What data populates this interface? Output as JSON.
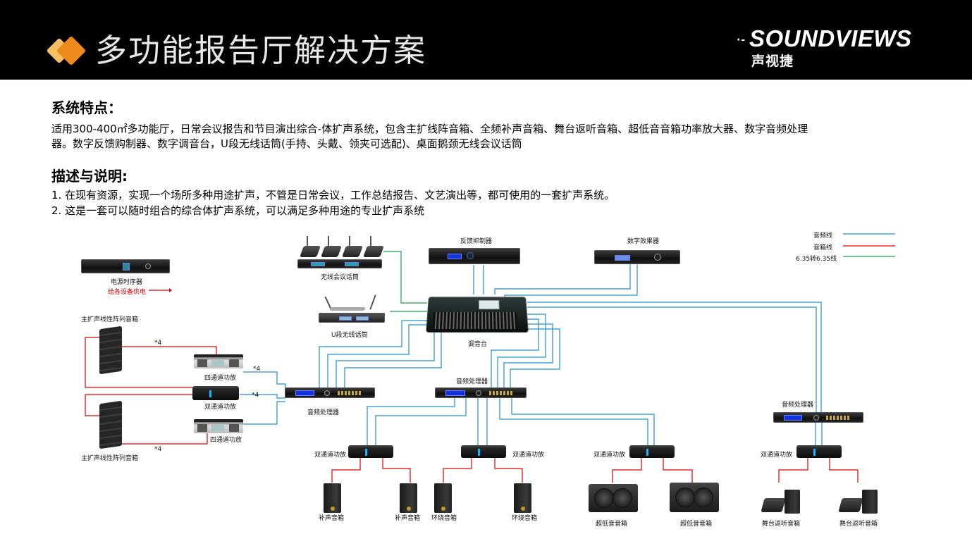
{
  "header": {
    "title": "多功能报告厅解决方案",
    "brand_name": "SOUNDVIEWS",
    "brand_dots": "·-",
    "brand_cn": "声视捷",
    "accent_color": "#ef8a1e",
    "accent_light_color": "#f8c062"
  },
  "features": {
    "heading": "系统特点：",
    "line1": "适用300-400㎡多功能厅，日常会议报告和节目演出综合-体扩声系统，包含主扩线阵音箱、全频补声音箱、舞台返听音箱、超低音音箱功率放大器、数字音频处理",
    "line2": "器。数字反馈购制器、数字调音台，U段无线话筒(手持、头戴、领夹可选配)、桌面鹅颈无线会议话筒"
  },
  "description": {
    "heading": "描述与说明:",
    "items": [
      "1. 在现有资源，实现一个场所多种用途扩声，不管是日常会议，工作总结报告、文艺演出等，都可使用的一套扩声系统。",
      "2. 这是一套可以随时组合的综合体扩声系统，可以满足多种用途的专业扩声系统"
    ]
  },
  "legend": {
    "items": [
      {
        "label": "音频线",
        "color": "#1e90d6"
      },
      {
        "label": "音箱线",
        "color": "#e00000"
      },
      {
        "label": "6.35转6.35线",
        "color": "#1aa050"
      }
    ]
  },
  "diagram": {
    "power_sequencer": "电源时序器",
    "power_note": "给各设备供电",
    "wireless_conference_mic": "无线会议话筒",
    "uhf_wireless_mic": "U段无线话筒",
    "feedback_suppressor": "反馈抑制器",
    "digital_effects": "数字效果器",
    "mixer": "调音台",
    "main_line_array_top": "主扩声线性阵列音箱",
    "main_line_array_bottom": "主扩声线性阵列音箱",
    "four_ch_amp_top": "四通道功放",
    "two_ch_amp_left": "双通道功放",
    "four_ch_amp_bottom": "四通道功放",
    "qty_x4": "*4",
    "processor_left": "音频处理器",
    "processor_center": "音频处理器",
    "processor_right": "音频处理器",
    "amp_fill": "双通道功放",
    "amp_surround": "双通道功放",
    "amp_sub": "双通道功放",
    "amp_monitor": "双通道功放",
    "fill_speaker": "补声音箱",
    "surround_speaker": "环绕音箱",
    "sub_speaker": "超低音音箱",
    "stage_monitor": "舞台返听音箱"
  }
}
